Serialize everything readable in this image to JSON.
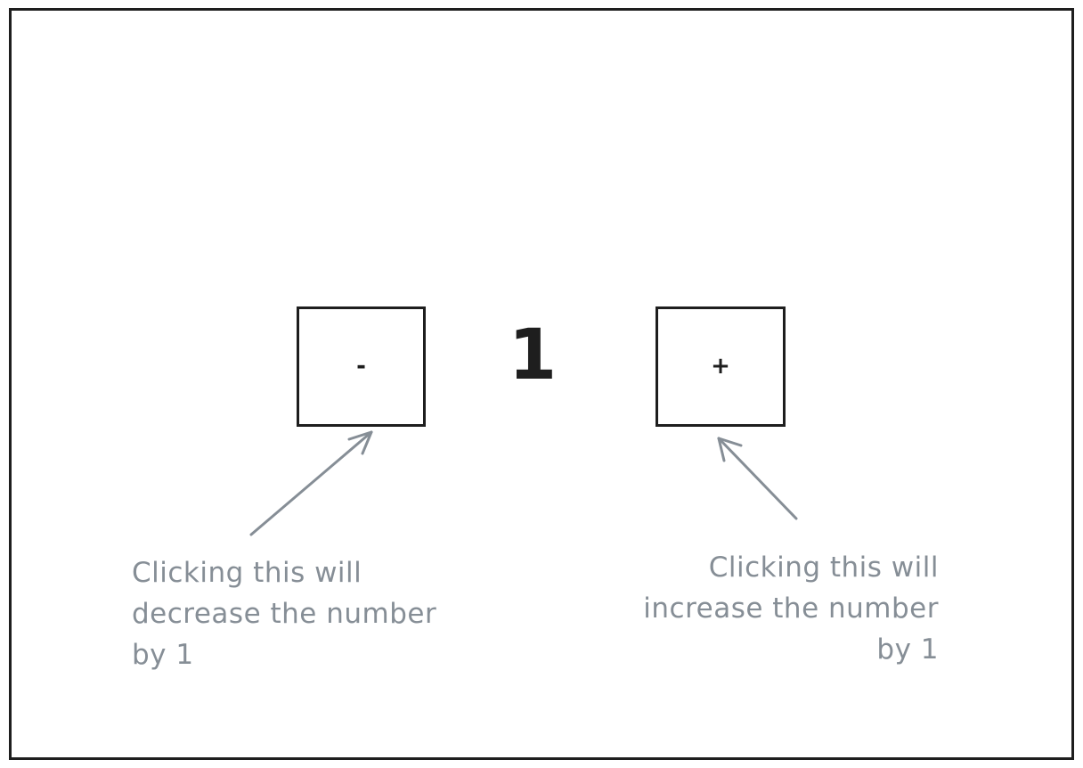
{
  "counter": {
    "value": "1",
    "decrement_label": "-",
    "increment_label": "+"
  },
  "annotations": {
    "decrease_note": "Clicking this will\ndecrease the number\nby 1",
    "increase_note": "Clicking this will\nincrease the number\nby 1"
  },
  "colors": {
    "stroke": "#1e1e1e",
    "annotation": "#868e96",
    "background": "#ffffff"
  }
}
